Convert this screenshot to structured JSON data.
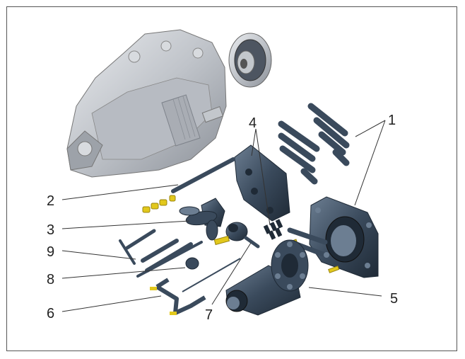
{
  "diagram": {
    "callouts": [
      {
        "id": "1",
        "label": "1"
      },
      {
        "id": "2",
        "label": "2"
      },
      {
        "id": "3",
        "label": "3"
      },
      {
        "id": "4",
        "label": "4"
      },
      {
        "id": "5",
        "label": "5"
      },
      {
        "id": "6",
        "label": "6"
      },
      {
        "id": "7",
        "label": "7"
      },
      {
        "id": "8",
        "label": "8"
      },
      {
        "id": "9",
        "label": "9"
      }
    ],
    "colors": {
      "casting": "#c9ccd1",
      "casting_dark": "#8d929a",
      "tool": "#3a4a5c",
      "tool_dark": "#1f2a36",
      "tool_light": "#6c7e92",
      "bolt": "#e2c81c",
      "line": "#333333",
      "frame": "#555555"
    }
  }
}
